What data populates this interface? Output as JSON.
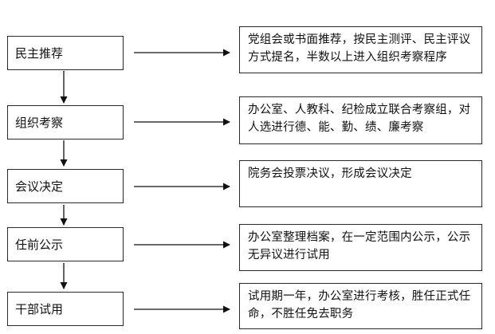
{
  "steps": [
    {
      "label": "民主推荐",
      "description": "党组会或书面推荐，按民主测评、民主评议方式提名，半数以上进入组织考察程序"
    },
    {
      "label": "组织考察",
      "description": "办公室、人教科、纪检成立联合考察组，对人选进行德、能、勤、绩、廉考察"
    },
    {
      "label": "会议决定",
      "description": "院务会投票决议，形成会议决定"
    },
    {
      "label": "任前公示",
      "description": "办公室整理档案，在一定范围内公示，公示无异议进行试用"
    },
    {
      "label": "干部试用",
      "description": "试用期一年，办公室进行考核，胜任正式任命，不胜任免去职务"
    }
  ]
}
